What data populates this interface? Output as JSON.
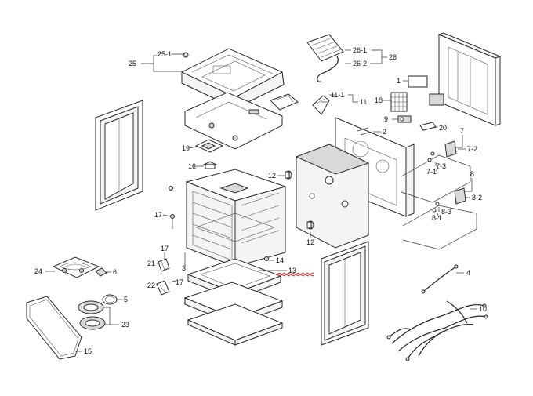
{
  "diagram": {
    "accent_color": "#d42a2a",
    "callouts": {
      "c25_1": "25-1",
      "c25": "25",
      "c26_1": "26-1",
      "c26_2": "26-2",
      "c26": "26",
      "c1": "1",
      "c11_1": "11-1",
      "c11": "11",
      "c18": "18",
      "c9": "9",
      "c20": "20",
      "c2": "2",
      "c7": "7",
      "c7_1": "7-1",
      "c7_2": "7-2",
      "c7_3": "7-3",
      "c8": "8",
      "c8_1": "8-1",
      "c8_2": "8-2",
      "c8_3": "8-3",
      "c19": "19",
      "c16": "16",
      "c12a": "12",
      "c12b": "12",
      "c17a": "17",
      "c17b": "17",
      "c17c": "17",
      "c21": "21",
      "c22": "22",
      "c3": "3",
      "c14": "14",
      "c13": "13",
      "c24": "24",
      "c6": "6",
      "c5": "5",
      "c23": "23",
      "c15": "15",
      "c4": "4",
      "c10": "10"
    }
  }
}
